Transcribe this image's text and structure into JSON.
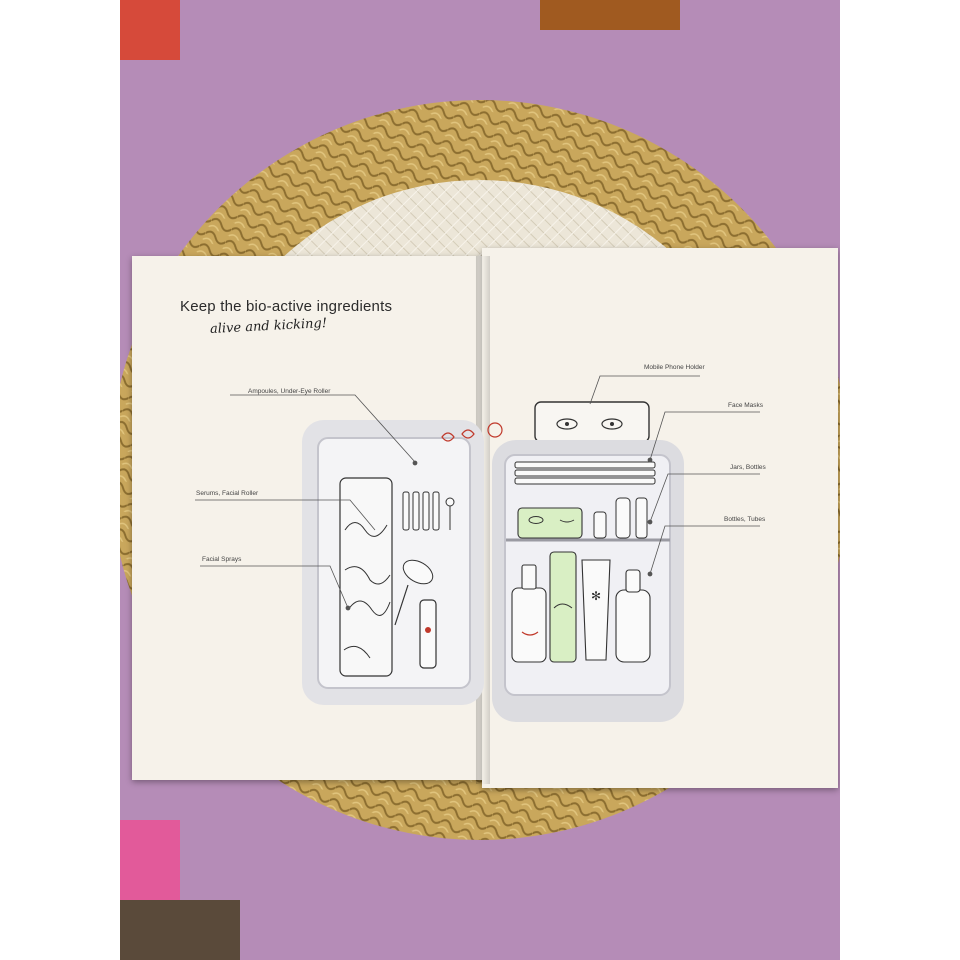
{
  "brochure": {
    "headline": "Keep the bio-active ingredients",
    "tagline": "alive and kicking!",
    "callouts_left": [
      "Ampoules, Under-Eye Roller",
      "Serums,  Facial Roller",
      "Facial Sprays"
    ],
    "callouts_right": [
      "Mobile Phone Holder",
      "Face Masks",
      "Jars, Bottles",
      "Bottles, Tubes"
    ]
  },
  "colors": {
    "background_purple": "#b58cb7",
    "jute_mat": "#c8a65a",
    "inner_mat": "#ece6d8",
    "page": "#f6f2ea",
    "fridge_panel": "#d8d8dc",
    "accent_red": "#c0392b"
  }
}
